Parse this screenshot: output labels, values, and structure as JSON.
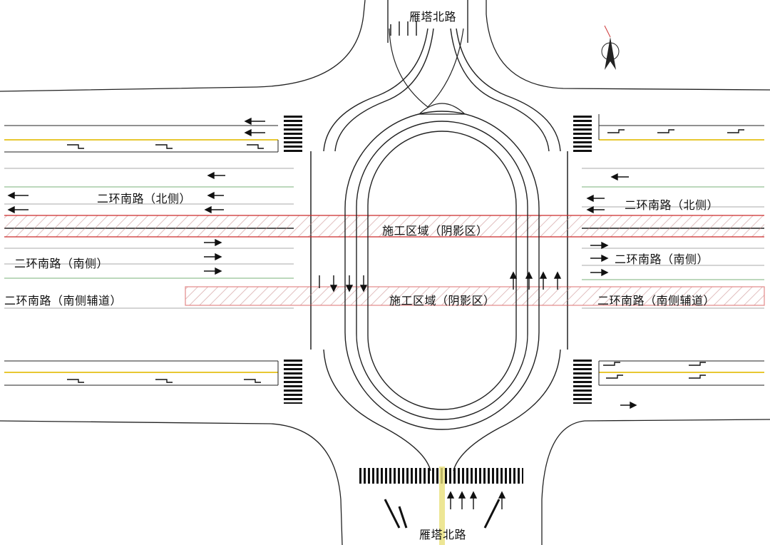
{
  "map": {
    "north_road": "雁塔北路",
    "south_road": "雁塔北路",
    "labels": {
      "north_side_left": "二环南路（北侧）",
      "north_side_right": "二环南路（北侧）",
      "south_side_left": "二环南路（南侧）",
      "south_side_right": "二环南路（南侧）",
      "south_aux_left": "二环南路（南侧辅道）",
      "south_aux_right": "二环南路（南侧辅道）",
      "construction_zone_1": "施工区域（阴影区）",
      "construction_zone_2": "施工区域（阴影区）"
    },
    "compass": "north-arrow-icon",
    "colors": {
      "road_line": "#111111",
      "construction_outline": "#cc2a2a",
      "construction_hatch": "#c98a8a",
      "median_yellow": "#e8c832",
      "grass_edge": "#5aa05a"
    }
  }
}
